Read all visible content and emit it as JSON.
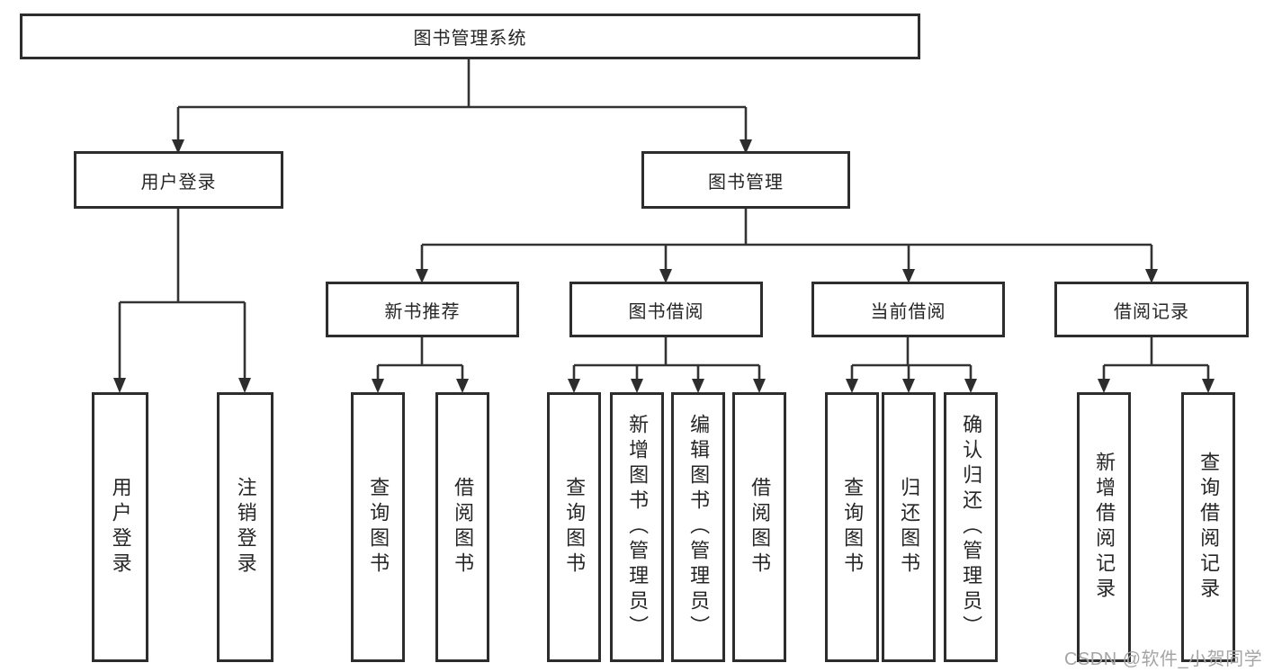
{
  "diagram": {
    "root": {
      "label": "图书管理系统"
    },
    "branches": [
      {
        "label": "用户登录",
        "children": [
          {
            "label": "用户登录"
          },
          {
            "label": "注销登录"
          }
        ]
      },
      {
        "label": "图书管理",
        "children": [
          {
            "label": "新书推荐",
            "children": [
              {
                "label": "查询图书"
              },
              {
                "label": "借阅图书"
              }
            ]
          },
          {
            "label": "图书借阅",
            "children": [
              {
                "label": "查询图书"
              },
              {
                "label": "新增图书（管理员）"
              },
              {
                "label": "编辑图书（管理员）"
              },
              {
                "label": "借阅图书"
              }
            ]
          },
          {
            "label": "当前借阅",
            "children": [
              {
                "label": "查询图书"
              },
              {
                "label": "归还图书"
              },
              {
                "label": "确认归还（管理员）"
              }
            ]
          },
          {
            "label": "借阅记录",
            "children": [
              {
                "label": "新增借阅记录"
              },
              {
                "label": "查询借阅记录"
              }
            ]
          }
        ]
      }
    ]
  },
  "watermark": {
    "text": "CSDN @软件_小贺同学"
  },
  "colors": {
    "line": "#333333",
    "arrow": "#2d2d2d",
    "box_border": "#2d2d2d",
    "text": "#262626",
    "watermark": "#a5a5a5",
    "background": "#ffffff"
  }
}
